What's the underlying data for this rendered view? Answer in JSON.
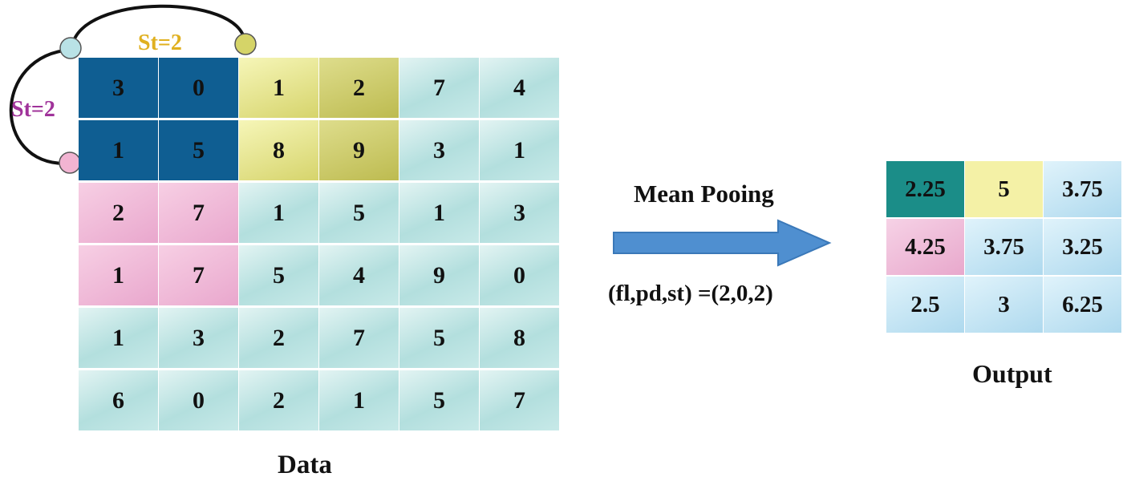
{
  "data_grid": {
    "rows": [
      [
        "3",
        "0",
        "1",
        "2",
        "7",
        "4"
      ],
      [
        "1",
        "5",
        "8",
        "9",
        "3",
        "1"
      ],
      [
        "2",
        "7",
        "1",
        "5",
        "1",
        "3"
      ],
      [
        "1",
        "7",
        "5",
        "4",
        "9",
        "0"
      ],
      [
        "1",
        "3",
        "2",
        "7",
        "5",
        "8"
      ],
      [
        "6",
        "0",
        "2",
        "1",
        "5",
        "7"
      ]
    ],
    "caption": "Data"
  },
  "stride_labels": {
    "horizontal": "St=2",
    "vertical": "St=2"
  },
  "operation": {
    "title": "Mean Pooing",
    "params": "(fl,pd,st) =(2,0,2)"
  },
  "output_grid": {
    "rows": [
      [
        "2.25",
        "5",
        "3.75"
      ],
      [
        "4.25",
        "3.75",
        "3.25"
      ],
      [
        "2.5",
        "3",
        "6.25"
      ]
    ],
    "caption": "Output"
  },
  "colors": {
    "blue_window": "#0f5e92",
    "yellow_window": "#d6d46c",
    "pink_window": "#e9a7cd",
    "base_cell": "#b3dfde",
    "output_teal": "#1b8d88",
    "output_yellow": "#f4f1a6",
    "output_pink": "#e8a8cc",
    "output_sky": "#aed9ee",
    "arrow": "#4f8fd0",
    "st_horizontal": "#e0b020",
    "st_vertical": "#a0339a"
  }
}
